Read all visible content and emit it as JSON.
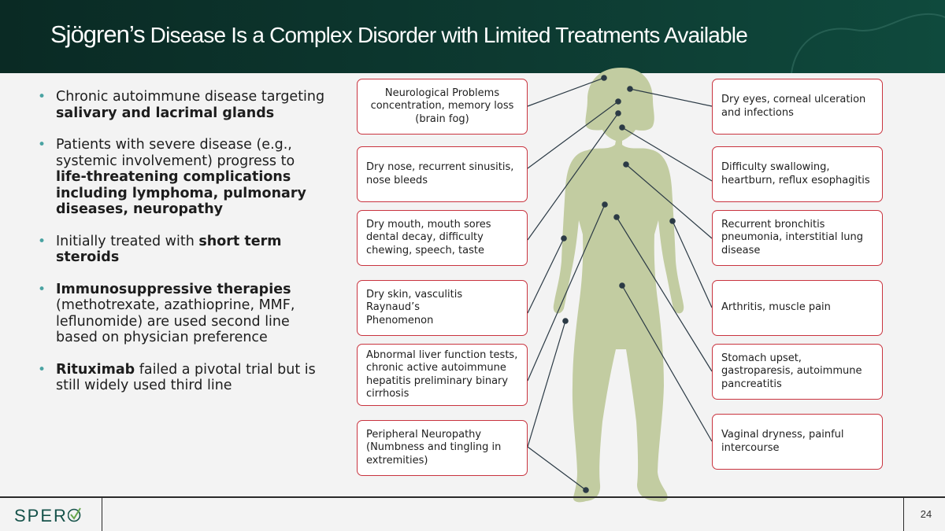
{
  "header": {
    "title_lead": "Sjögren’s",
    "title_rest": " Disease Is a Complex Disorder with Limited Treatments Available"
  },
  "bullets": [
    {
      "parts": [
        {
          "t": "Chronic autoimmune disease targeting ",
          "b": false
        },
        {
          "t": "salivary and lacrimal glands",
          "b": true
        }
      ]
    },
    {
      "parts": [
        {
          "t": "Patients with severe disease (e.g., systemic involvement) progress to ",
          "b": false
        },
        {
          "t": "life-threatening complications including lymphoma, pulmonary diseases, neuropathy",
          "b": true
        }
      ]
    },
    {
      "parts": [
        {
          "t": "Initially treated with ",
          "b": false
        },
        {
          "t": "short term steroids",
          "b": true
        }
      ]
    },
    {
      "parts": [
        {
          "t": "Immunosuppressive therapies",
          "b": true
        },
        {
          "t": " (methotrexate, azathioprine, MMF, leflunomide) are used second line based on physician preference",
          "b": false
        }
      ]
    },
    {
      "parts": [
        {
          "t": "Rituximab",
          "b": true
        },
        {
          "t": " failed a pivotal trial but is still widely used third line",
          "b": false
        }
      ]
    }
  ],
  "symptoms_left": [
    {
      "name": "neurological",
      "lines": [
        "Neurological Problems",
        "concentration, memory loss",
        "(brain fog)"
      ]
    },
    {
      "name": "dry-nose",
      "lines": [
        "Dry nose, recurrent sinusitis,",
        "nose bleeds"
      ]
    },
    {
      "name": "dry-mouth",
      "lines": [
        "Dry mouth, mouth sores",
        "dental decay, difficulty",
        "chewing, speech, taste"
      ]
    },
    {
      "name": "dry-skin",
      "lines": [
        "Dry skin, vasculitis Raynaud’s",
        "Phenomenon"
      ]
    },
    {
      "name": "liver",
      "lines": [
        "Abnormal liver function tests,",
        "chronic active autoimmune",
        "hepatitis preliminary binary",
        "cirrhosis"
      ]
    },
    {
      "name": "neuropathy",
      "lines": [
        "Peripheral Neuropathy",
        "(Numbness and tingling in",
        "extremities)"
      ]
    }
  ],
  "symptoms_right": [
    {
      "name": "dry-eyes",
      "lines": [
        "Dry eyes, corneal ulceration",
        "and infections"
      ]
    },
    {
      "name": "swallowing",
      "lines": [
        "Difficulty swallowing,",
        "heartburn, reflux esophagitis"
      ]
    },
    {
      "name": "bronchitis",
      "lines": [
        "Recurrent bronchitis",
        "pneumonia, interstitial lung",
        "disease"
      ]
    },
    {
      "name": "arthritis",
      "lines": [
        "Arthritis, muscle pain"
      ]
    },
    {
      "name": "stomach",
      "lines": [
        "Stomach upset,",
        "gastroparesis, autoimmune",
        "pancreatitis"
      ]
    },
    {
      "name": "vaginal",
      "lines": [
        "Vaginal dryness, painful",
        "intercourse"
      ]
    }
  ],
  "footer": {
    "logo": "SPER",
    "page_number": "24"
  },
  "colors": {
    "header_bg": "#0d3a31",
    "box_border": "#c9343f",
    "bullet_dot": "#4aa3a2",
    "silhouette": "#c2cca1",
    "logo": "#16524a"
  },
  "icons": {
    "logo_mark": "checkmark-o-icon"
  }
}
